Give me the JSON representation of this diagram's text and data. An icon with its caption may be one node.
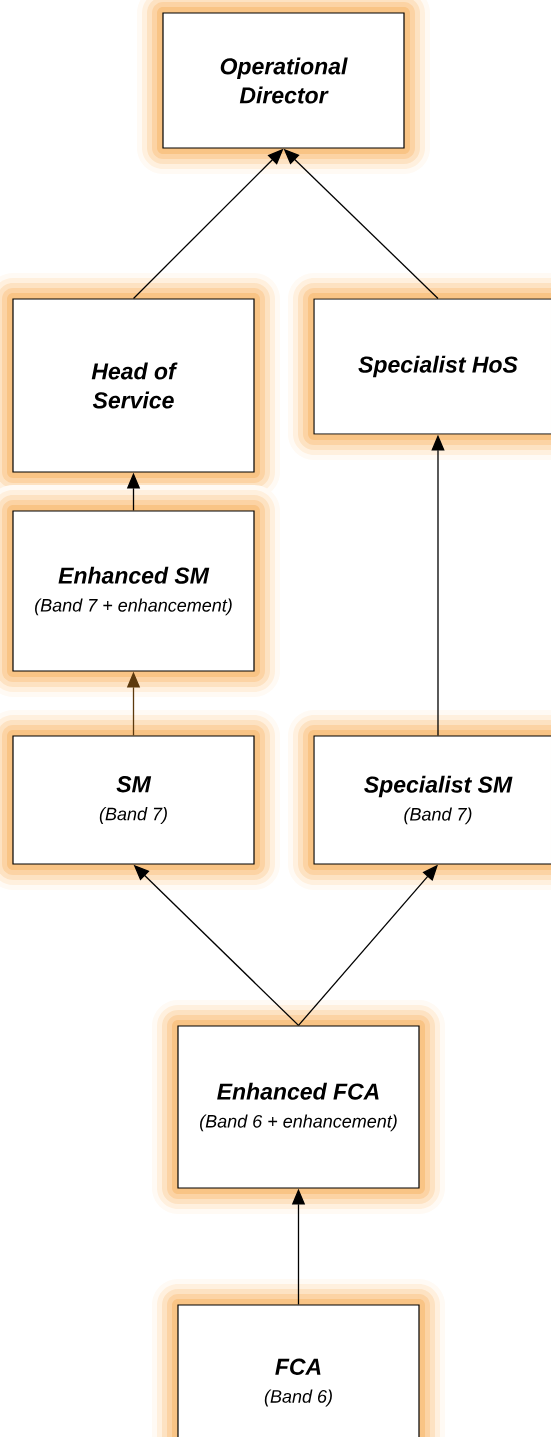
{
  "diagram": {
    "nodes": [
      {
        "text": [
          "Operational Director"
        ]
      },
      {
        "text": [
          "Head of Service"
        ]
      },
      {
        "text": [
          "Specialist HoS"
        ]
      },
      {
        "text": [
          "Enhanced SM",
          "(Band 7 + enhancement)"
        ]
      },
      {
        "text": [
          "SM",
          "(Band 7)"
        ]
      },
      {
        "text": [
          "Specialist SM",
          "(Band 7)"
        ]
      },
      {
        "text": [
          "Enhanced FCA",
          "(Band 6 + enhancement)"
        ]
      },
      {
        "text": [
          "FCA",
          "(Band 6)"
        ]
      }
    ],
    "edges": [
      {
        "from": 1,
        "to": 0,
        "arrow": "to"
      },
      {
        "from": 2,
        "to": 0,
        "arrow": "to"
      },
      {
        "from": 3,
        "to": 1,
        "arrow": "to"
      },
      {
        "from": 4,
        "to": 3,
        "arrow": "to",
        "color": "#5c3a0e"
      },
      {
        "from": 5,
        "to": 2,
        "arrow": "to"
      },
      {
        "from": 6,
        "to": 4,
        "arrow": "to"
      },
      {
        "from": 6,
        "to": 5,
        "arrow": "to"
      },
      {
        "from": 7,
        "to": 6,
        "arrow": "to"
      }
    ]
  }
}
